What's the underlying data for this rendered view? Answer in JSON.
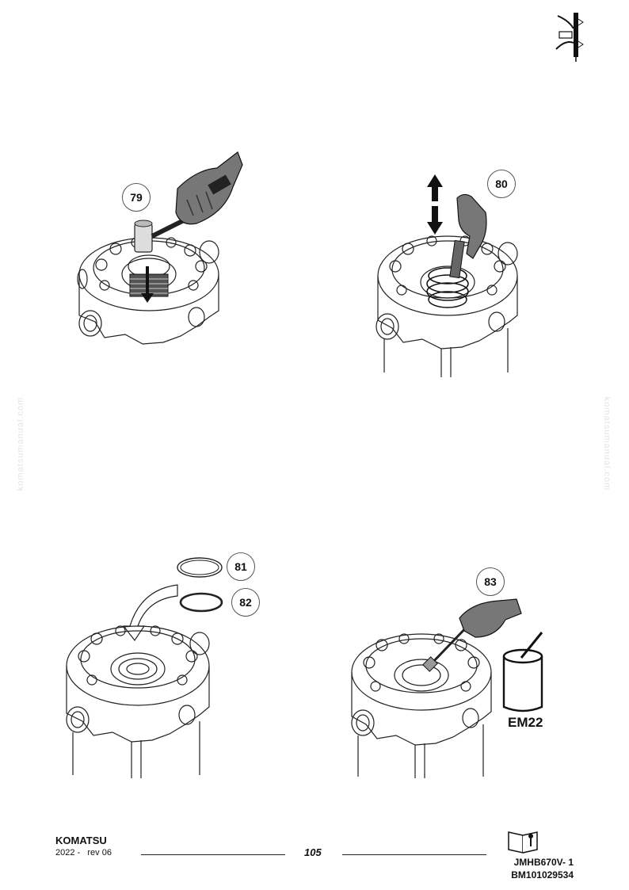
{
  "steps": [
    {
      "number": "79"
    },
    {
      "number": "80"
    },
    {
      "number": "81"
    },
    {
      "number": "82"
    },
    {
      "number": "83"
    }
  ],
  "product_label": "EM22",
  "watermark": "komatsumanual.com",
  "footer": {
    "brand": "KOMATSU",
    "revision": "2022 -   rev 06",
    "page_number": "105",
    "doc_code_line1": "JMHB670V- 1",
    "doc_code_line2": "BM101029534"
  },
  "icons": [
    "hydraulic-section-icon",
    "manual-book-icon",
    "hammer-hand-icon",
    "finger-push-icon",
    "brush-hand-icon",
    "grease-can-icon"
  ]
}
